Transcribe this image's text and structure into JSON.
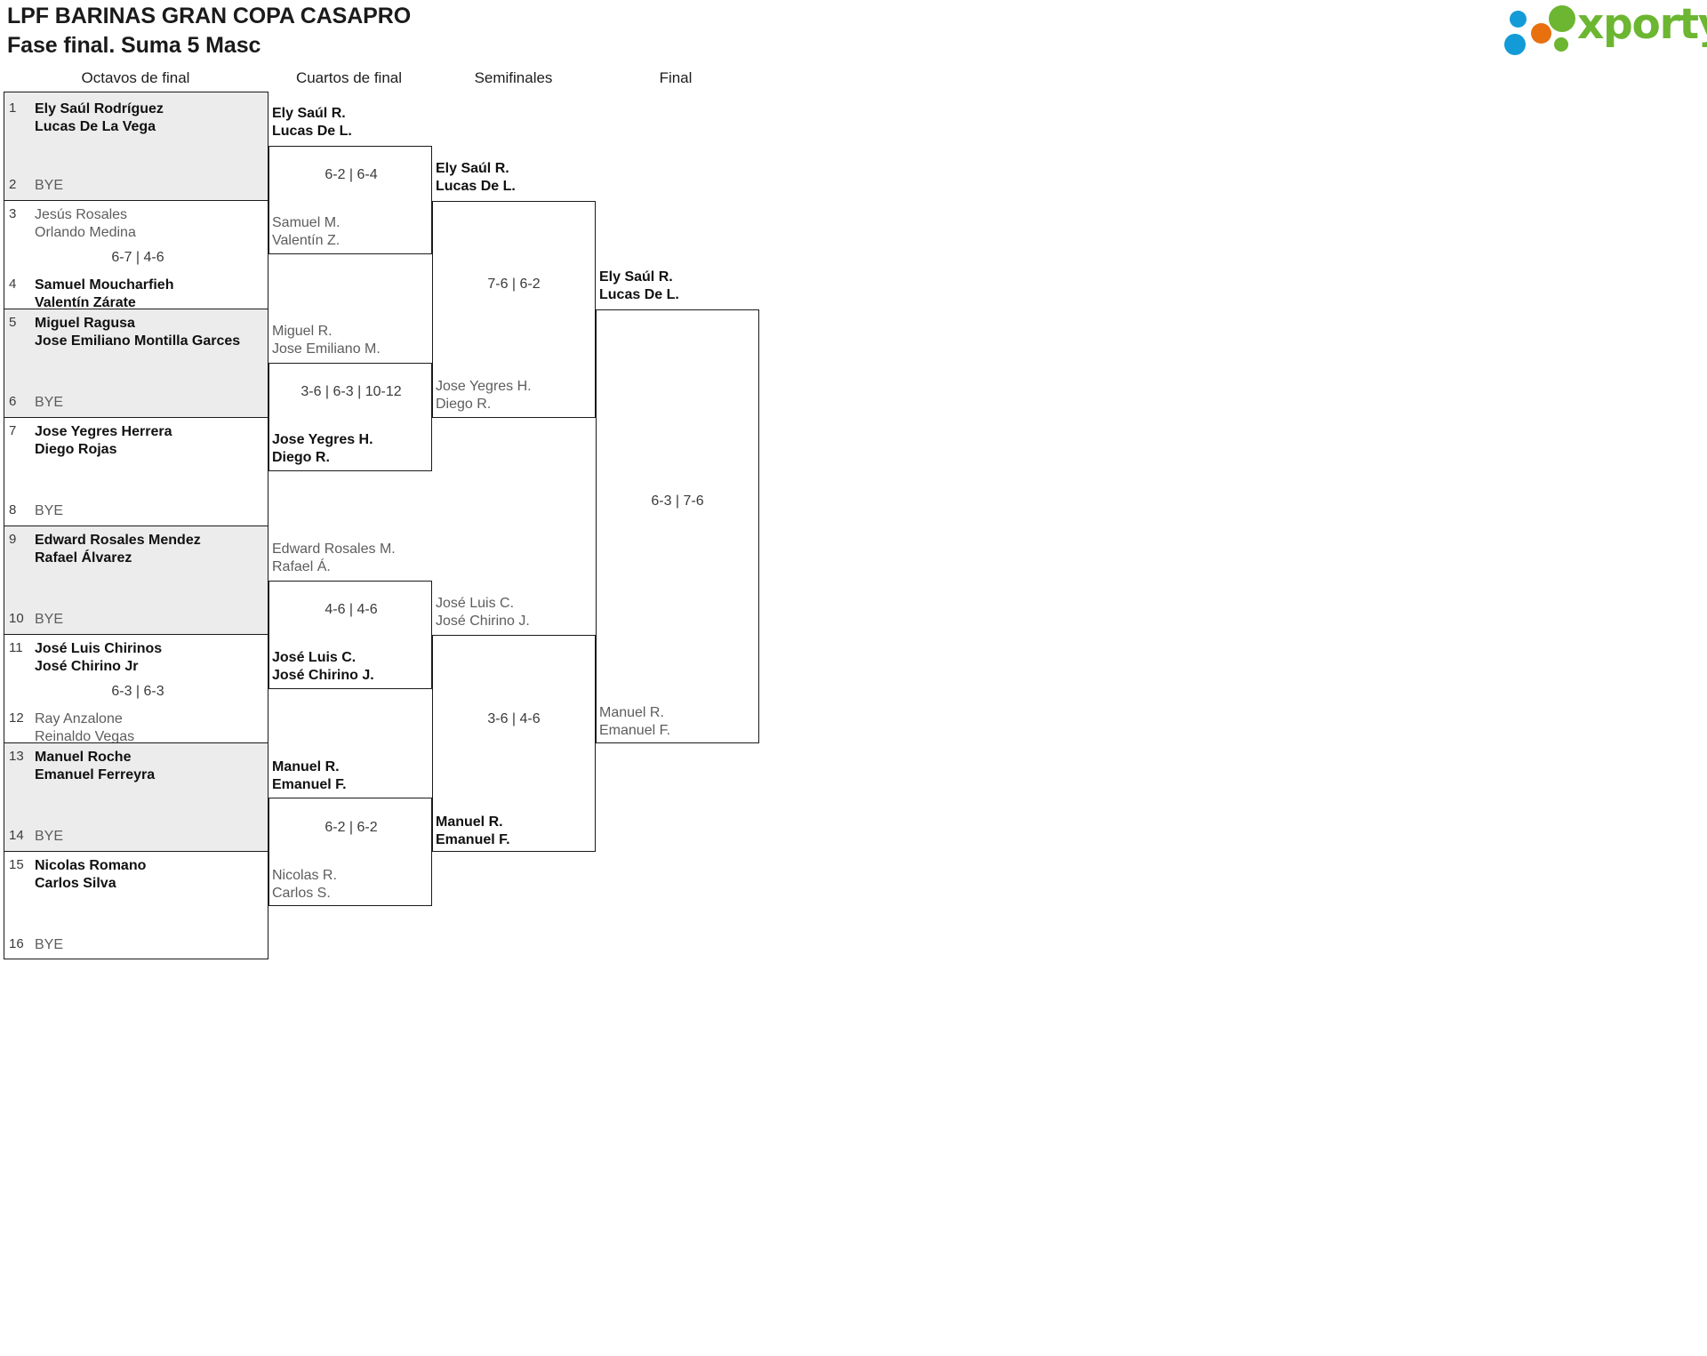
{
  "header": {
    "title_line1": "LPF BARINAS GRAN COPA CASAPRO",
    "title_line2": "Fase final. Suma 5 Masc",
    "logo_text": "xporty",
    "logo_colors": {
      "green": "#6cb631",
      "blue": "#139bd7",
      "orange": "#e8700f"
    }
  },
  "rounds": [
    {
      "name": "octavos",
      "label": "Octavos de final"
    },
    {
      "name": "cuartos",
      "label": "Cuartos de final"
    },
    {
      "name": "semifinales",
      "label": "Semifinales"
    },
    {
      "name": "final",
      "label": "Final"
    }
  ],
  "bye_label": "BYE",
  "round1": {
    "matches": [
      {
        "score": "",
        "top": {
          "seed": "1",
          "p1": "Ely Saúl Rodríguez",
          "p2": "Lucas De La Vega",
          "winner": true
        },
        "bottom": {
          "seed": "2",
          "bye": true
        }
      },
      {
        "score": "6-7 | 4-6",
        "top": {
          "seed": "3",
          "p1": "Jesús Rosales",
          "p2": "Orlando Medina",
          "winner": false
        },
        "bottom": {
          "seed": "4",
          "p1": "Samuel Moucharfieh",
          "p2": "Valentín Zárate",
          "winner": true
        }
      },
      {
        "score": "",
        "top": {
          "seed": "5",
          "p1": "Miguel Ragusa",
          "p2": "Jose Emiliano Montilla Garces",
          "winner": true
        },
        "bottom": {
          "seed": "6",
          "bye": true
        }
      },
      {
        "score": "",
        "top": {
          "seed": "7",
          "p1": "Jose Yegres Herrera",
          "p2": "Diego Rojas",
          "winner": true
        },
        "bottom": {
          "seed": "8",
          "bye": true
        }
      },
      {
        "score": "",
        "top": {
          "seed": "9",
          "p1": "Edward Rosales Mendez",
          "p2": "Rafael Álvarez",
          "winner": true
        },
        "bottom": {
          "seed": "10",
          "bye": true
        }
      },
      {
        "score": "6-3 | 6-3",
        "top": {
          "seed": "11",
          "p1": "José Luis Chirinos",
          "p2": "José Chirino Jr",
          "winner": true
        },
        "bottom": {
          "seed": "12",
          "p1": "Ray Anzalone",
          "p2": "Reinaldo Vegas",
          "winner": false
        }
      },
      {
        "score": "",
        "top": {
          "seed": "13",
          "p1": "Manuel Roche",
          "p2": "Emanuel Ferreyra",
          "winner": true
        },
        "bottom": {
          "seed": "14",
          "bye": true
        }
      },
      {
        "score": "",
        "top": {
          "seed": "15",
          "p1": "Nicolas Romano",
          "p2": "Carlos Silva",
          "winner": true
        },
        "bottom": {
          "seed": "16",
          "bye": true
        }
      }
    ]
  },
  "round2": {
    "matches": [
      {
        "score": "6-2 | 6-4",
        "top": {
          "p1": "Ely Saúl R.",
          "p2": "Lucas De L.",
          "winner": true
        },
        "bottom": {
          "p1": "Samuel M.",
          "p2": "Valentín Z.",
          "winner": false
        }
      },
      {
        "score": "3-6 | 6-3 | 10-12",
        "top": {
          "p1": "Miguel R.",
          "p2": "Jose Emiliano M.",
          "winner": false
        },
        "bottom": {
          "p1": "Jose Yegres H.",
          "p2": "Diego R.",
          "winner": true
        }
      },
      {
        "score": "4-6 | 4-6",
        "top": {
          "p1": "Edward Rosales M.",
          "p2": "Rafael Á.",
          "winner": false
        },
        "bottom": {
          "p1": "José Luis C.",
          "p2": "José Chirino J.",
          "winner": true
        }
      },
      {
        "score": "6-2 | 6-2",
        "top": {
          "p1": "Manuel R.",
          "p2": "Emanuel F.",
          "winner": true
        },
        "bottom": {
          "p1": "Nicolas R.",
          "p2": "Carlos S.",
          "winner": false
        }
      }
    ]
  },
  "round3": {
    "matches": [
      {
        "score": "7-6 | 6-2",
        "top": {
          "p1": "Ely Saúl R.",
          "p2": "Lucas De L.",
          "winner": true
        },
        "bottom": {
          "p1": "Jose Yegres H.",
          "p2": "Diego R.",
          "winner": false
        }
      },
      {
        "score": "3-6 | 4-6",
        "top": {
          "p1": "José Luis C.",
          "p2": "José Chirino J.",
          "winner": false
        },
        "bottom": {
          "p1": "Manuel R.",
          "p2": "Emanuel F.",
          "winner": true
        }
      }
    ]
  },
  "round4": {
    "matches": [
      {
        "score": "6-3 | 7-6",
        "top": {
          "p1": "Ely Saúl R.",
          "p2": "Lucas De L.",
          "winner": true
        },
        "bottom": {
          "p1": "Manuel R.",
          "p2": "Emanuel F.",
          "winner": false
        }
      }
    ]
  }
}
